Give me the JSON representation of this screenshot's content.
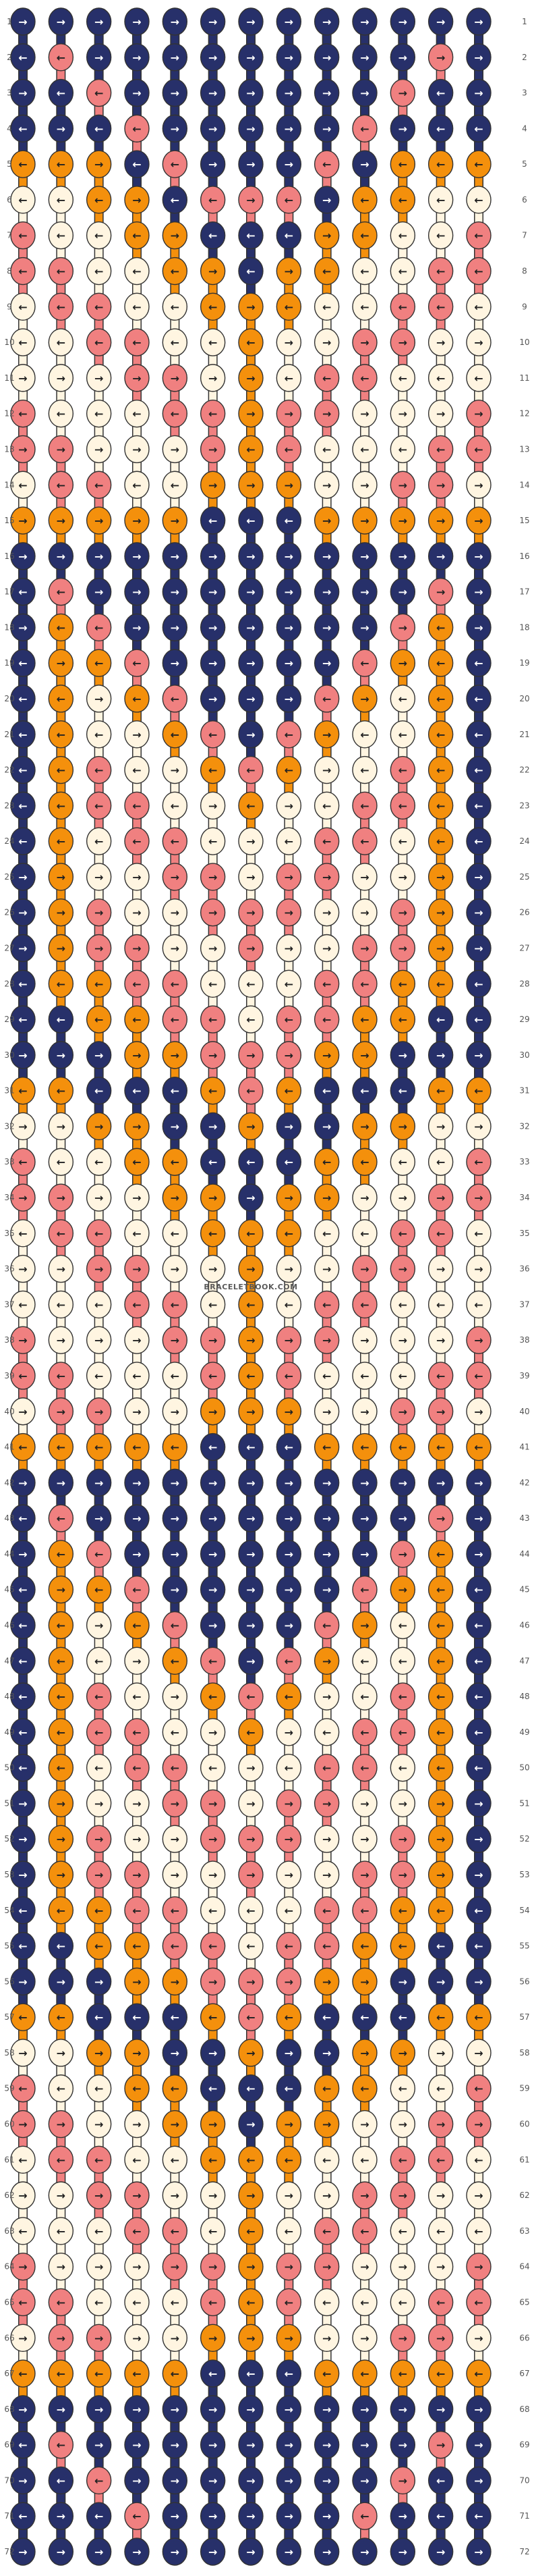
{
  "pattern": {
    "watermark": "BRACELETBOOK.COM",
    "row_count": 72,
    "column_count": 13,
    "string_count": 14,
    "colors": {
      "N": "#27306a",
      "P": "#f08080",
      "O": "#f4900c",
      "C": "#fff5e1",
      "strand_outline": "#333333"
    },
    "rows": [
      "NNNNNNNNNNNNN",
      "NPNNNNNNNNNPN",
      "NNPNNNNNNNPNN",
      "NNNPNNNNNPNNN",
      "OOONPNNNPNOOO",
      "CCOONPPPNOOCC",
      "PCCOONNNOOCCP",
      "PPCCOONOOCCPP",
      "CPPCCOOOCCPPC",
      "CCPPCCOCCPPCC",
      "CCCPPCOCPPCCC",
      "PCCCPPOPPCCCP",
      "PPCCCPOPCCCPP",
      "CPPCCOOOCCPPC",
      "OOOOONNNOOOOO",
      "NNNNNNNNNNNNN",
      "NPNNNNNNNNNPN",
      "NOPNNNNNNNPON",
      "NOOPNNNNNPOON",
      "NOCOPNNNPOCON",
      "NOCCOPNPOCCON",
      "NOPCCOPOCCPON",
      "NOPPCCOCCPPON",
      "NOCPPCCCPPCON",
      "NOCCPPCPPCCON",
      "NOPCCPPPCCPON",
      "NOPPCCPCCPPON",
      "NOOPPCCCPPOON",
      "NNOOPPCPPOONN",
      "NNNOOPPPOONNN",
      "OONNNOPONNNOO",
      "CCOONNONNOOCC",
      "PCCOONNNOOCCP",
      "PPCCOONOOCCPP",
      "CPPCCOOOCCPPC",
      "CCPPCCOCCPPCC",
      "CCCPPCOCPPCCC",
      "PCCCPPOPPCCCP",
      "PPCCCPOPCCCPP",
      "CPPCCOOOCCPPC",
      "OOOOONNNOOOOO",
      "NNNNNNNNNNNNN",
      "NPNNNNNNNNNPN",
      "NOPNNNNNNNPON",
      "NOOPNNNNNPOON",
      "NOCOPNNNPOCON",
      "NOCCOPNPOCCON",
      "NOPCCOPOCCPON",
      "NOPPCCOCCPPON",
      "NOCPPCCCPPCON",
      "NOCCPPCPPCCON",
      "NOPCCPPPCCPON",
      "NOPPCCPCCPPON",
      "NOOPPCCCPPOON",
      "NNOOPPCPPOONN",
      "NNNOOPPPOONNN",
      "OONNNOPONNNOO",
      "CCOONNONNOOCC",
      "PCCOONNNOOCCP",
      "PPCCOONOOCCPP",
      "CPPCCOOOCCPPC",
      "CCPPCCOCCPPCC",
      "CCCPPCOCPPCCC",
      "PCCCPPOPPCCCP",
      "PPCCCPOPCCCPP",
      "CPPCCOOOCCPPC",
      "OOOOONNNOOOOO",
      "NNNNNNNNNNNNN",
      "NPNNNNNNNNNPN",
      "NNPNNNNNNNPNN",
      "NNNPNNNNNPNNN",
      "NNNNNNNNNNNNN"
    ],
    "arrows": [
      "→→→→→→→→→→→→→",
      "←←→→→→→→→→→→→",
      "→←←→→→→→→→→←→",
      "←→←←→→→→→←→←←",
      "←←→←←→→→←→←←←",
      "←←←→←←→←→←←←←",
      "←←←←→←←←→←←←←",
      "←←←←←→←→←←←←←",
      "←←←←←←→←←←←←←",
      "←←←←←←←→→→→→→",
      "→→→→→→→←←←←←←",
      "←←←←←←→→→→→→→",
      "→→→→→→←←←←←←←",
      "←←←←←→→→→→→→→",
      "→→→→→←←←→→→→→",
      "→→→→→→→→→→→→→",
      "←←→→→→→→→→→→→",
      "→←←→→→→→→→→←→",
      "←→←←→→→→→←→←←",
      "←←→←←→→→←→←←←",
      "←←←→←←→←→←←←←",
      "←←←←→←←←→←←←←",
      "←←←←←→←→←←←←←",
      "←←←←←←→←←←←←←",
      "→→→→→→→→→→→→→",
      "→→→→→→→→→→→→→",
      "→→→→→→→→→→→→→",
      "←←←←←←←←←←←←←",
      "←←←←←←←←←←←←←",
      "→→→→→→→→→→→→→",
      "←←←←←←←←←←←←←",
      "→→→→→→→→→→→→→",
      "←←←←←←←←←←←←←",
      "→→→→→→→→→→→→→",
      "←←←←←←←←←←←←←",
      "→→→→→→→→→→→→→",
      "←←←←←←←←←←←←←",
      "→→→→→→→→→→→→→",
      "←←←←←←←←←←←←←",
      "→→→→→→→→→→→→→",
      "←←←←←←←←←←←←←",
      "→→→→→→→→→→→→→",
      "←←→→→→→→→→→→→",
      "→←←→→→→→→→→←→",
      "←→←←→→→→→←→←←",
      "←←→←←→→→←→←←←",
      "←←←→←←→←→←←←←",
      "←←←←→←←←→←←←←",
      "←←←←←→←→←←←←←",
      "←←←←←←→←←←←←←",
      "→→→→→→→→→→→→→",
      "→→→→→→→→→→→→→",
      "→→→→→→→→→→→→→",
      "←←←←←←←←←←←←←",
      "←←←←←←←←←←←←←",
      "→→→→→→→→→→→→→",
      "←←←←←←←←←←←←←",
      "→→→→→→→→→→→→→",
      "←←←←←←←←←←←←←",
      "→→→→→→→→→→→→→",
      "←←←←←←←←←←←←←",
      "→→→→→→→→→→→→→",
      "←←←←←←←←←←←←←",
      "→→→→→→→→→→→→→",
      "←←←←←←←←←←←←←",
      "→→→→→→→→→→→→→",
      "←←←←←←←←←←←←←",
      "→→→→→→→→→→→→→",
      "←←→→→→→→→→→→→",
      "→←←→→→→→→→→←→",
      "←→←←→→→→→←→←←",
      "→→→→→→→→→→→→→"
    ]
  }
}
